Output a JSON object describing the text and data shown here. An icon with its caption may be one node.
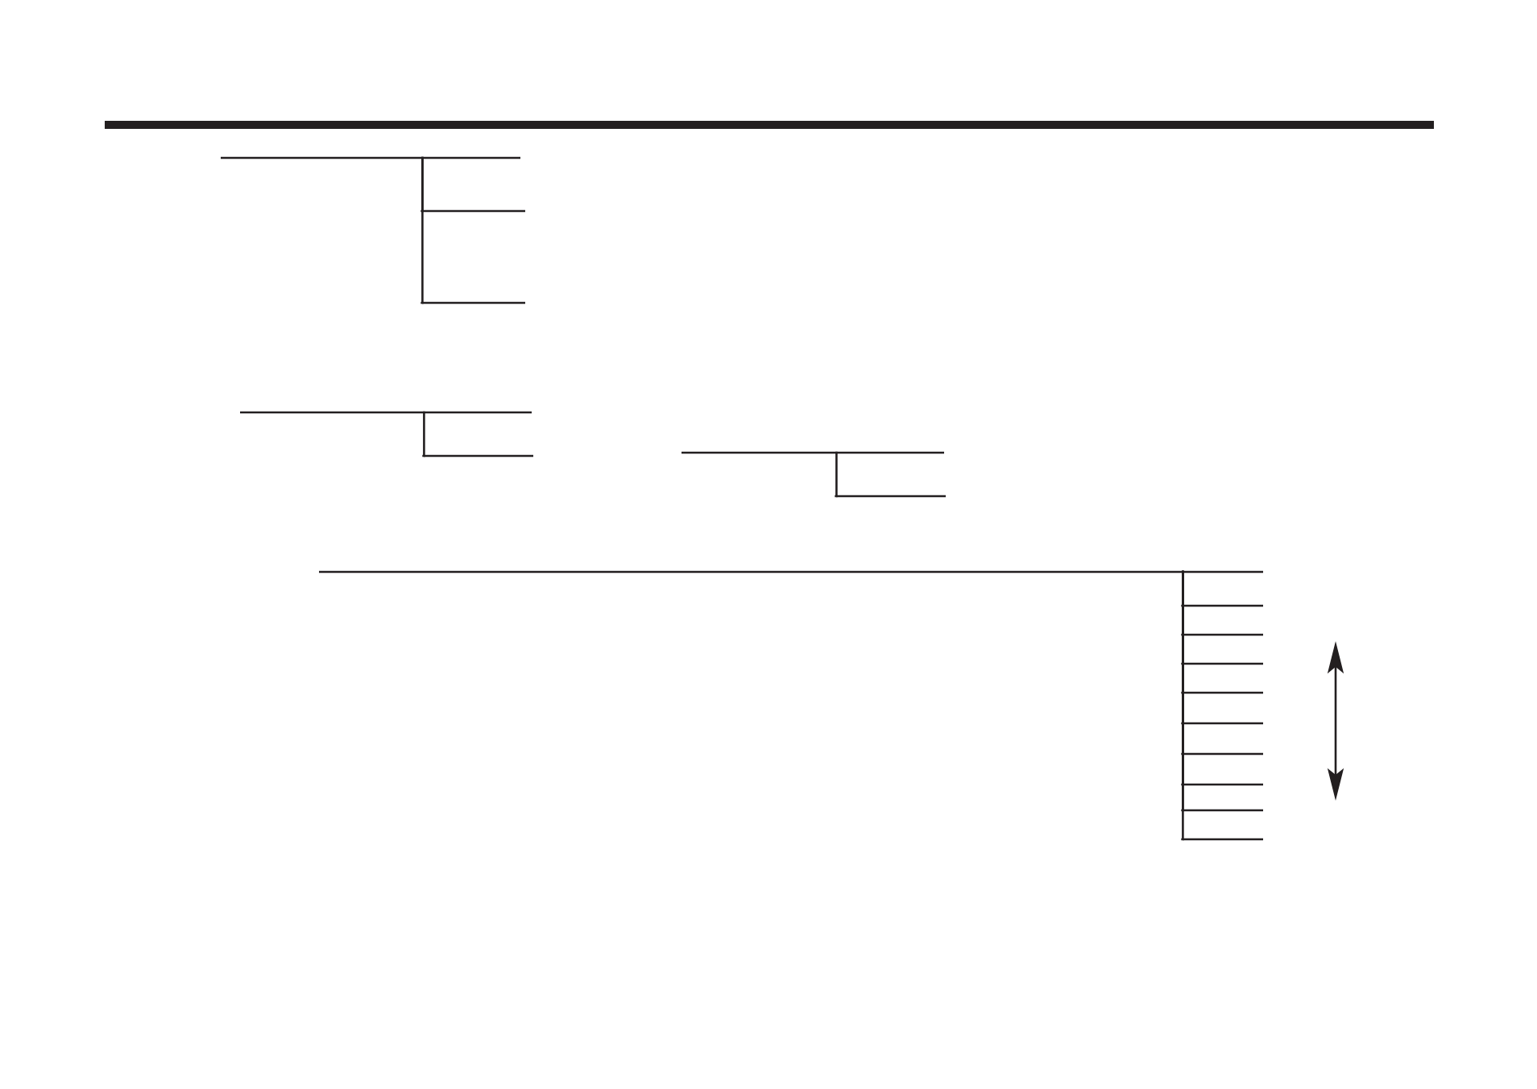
{
  "diagram": {
    "nodes": [
      {
        "text": [],
        "shape": "line"
      },
      {
        "text": [],
        "shape": "line"
      },
      {
        "text": [],
        "shape": "line"
      },
      {
        "text": [],
        "shape": "line"
      },
      {
        "text": [],
        "shape": "line"
      },
      {
        "text": [],
        "shape": "line"
      },
      {
        "text": [],
        "shape": "line"
      },
      {
        "text": [],
        "shape": "line"
      },
      {
        "text": [],
        "shape": "line"
      },
      {
        "text": [],
        "shape": "line"
      },
      {
        "text": [],
        "shape": "line"
      },
      {
        "text": [],
        "shape": "line"
      },
      {
        "text": [],
        "shape": "line"
      },
      {
        "text": [],
        "shape": "line"
      },
      {
        "text": [],
        "shape": "line"
      },
      {
        "text": [],
        "shape": "line"
      },
      {
        "text": [],
        "shape": "line"
      },
      {
        "text": [],
        "shape": "line"
      },
      {
        "text": [],
        "shape": "line"
      },
      {
        "text": [],
        "shape": "line"
      },
      {
        "text": [],
        "shape": "line"
      }
    ],
    "edges": [
      {
        "from": 0,
        "to": 2,
        "arrow": "none"
      },
      {
        "from": 0,
        "to": 3,
        "arrow": "none"
      },
      {
        "from": 4,
        "to": 6,
        "arrow": "none"
      },
      {
        "from": 7,
        "to": 9,
        "arrow": "none"
      },
      {
        "from": 10,
        "to": 12,
        "arrow": "none"
      },
      {
        "from": 10,
        "to": 13,
        "arrow": "none"
      },
      {
        "from": 10,
        "to": 14,
        "arrow": "none"
      },
      {
        "from": 10,
        "to": 15,
        "arrow": "none"
      },
      {
        "from": 10,
        "to": 16,
        "arrow": "none"
      },
      {
        "from": 10,
        "to": 17,
        "arrow": "none"
      },
      {
        "from": 10,
        "to": 18,
        "arrow": "none"
      },
      {
        "from": 10,
        "to": 19,
        "arrow": "none"
      },
      {
        "from": 10,
        "to": 20,
        "arrow": "none"
      }
    ]
  }
}
